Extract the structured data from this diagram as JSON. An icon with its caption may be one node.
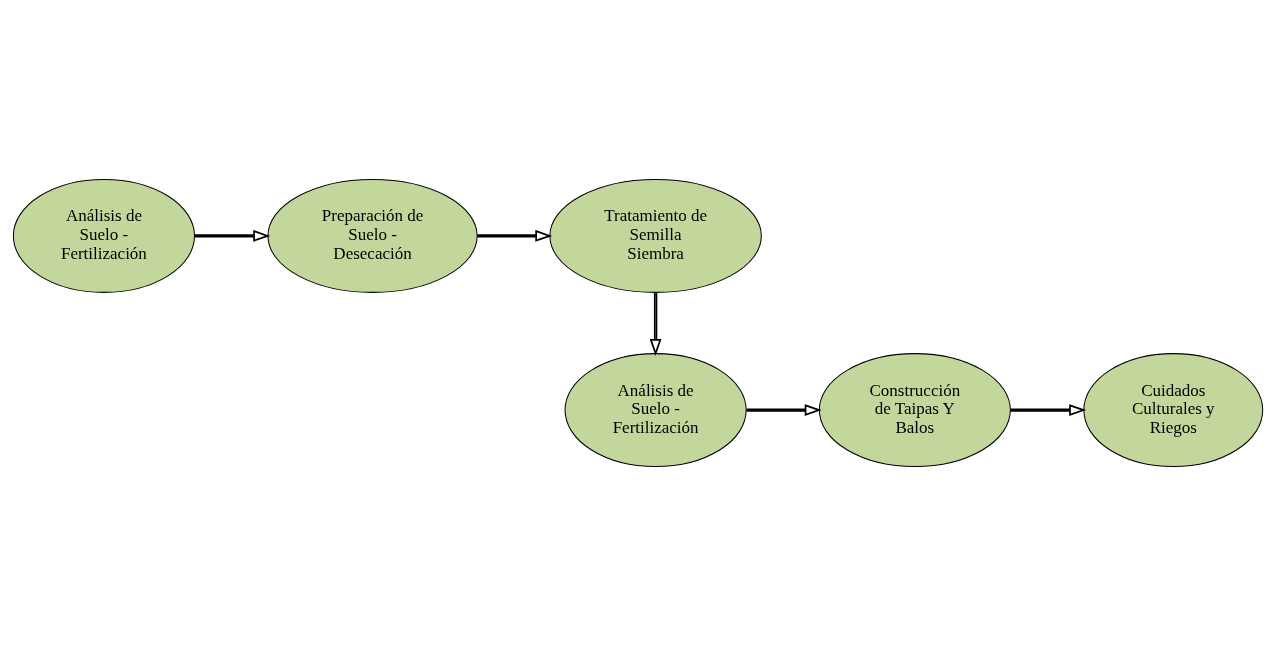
{
  "diagram": {
    "nodes": [
      {
        "text": [
          "Análisis de Suelo - Fertilización"
        ]
      },
      {
        "text": [
          "Preparación de Suelo - Desecación"
        ]
      },
      {
        "text": [
          "Tratamiento de Semilla Siembra"
        ]
      },
      {
        "text": [
          "Análisis de Suelo - Fertilización"
        ]
      },
      {
        "text": [
          "Construcción de Taipas Y Balos"
        ]
      },
      {
        "text": [
          "Cuidados Culturales y Riegos"
        ]
      }
    ],
    "edges": [
      {
        "from": 0,
        "to": 1,
        "arrow": "to"
      },
      {
        "from": 1,
        "to": 2,
        "arrow": "to"
      },
      {
        "from": 2,
        "to": 3,
        "arrow": "to"
      },
      {
        "from": 3,
        "to": 4,
        "arrow": "to"
      },
      {
        "from": 4,
        "to": 5,
        "arrow": "to"
      }
    ]
  }
}
